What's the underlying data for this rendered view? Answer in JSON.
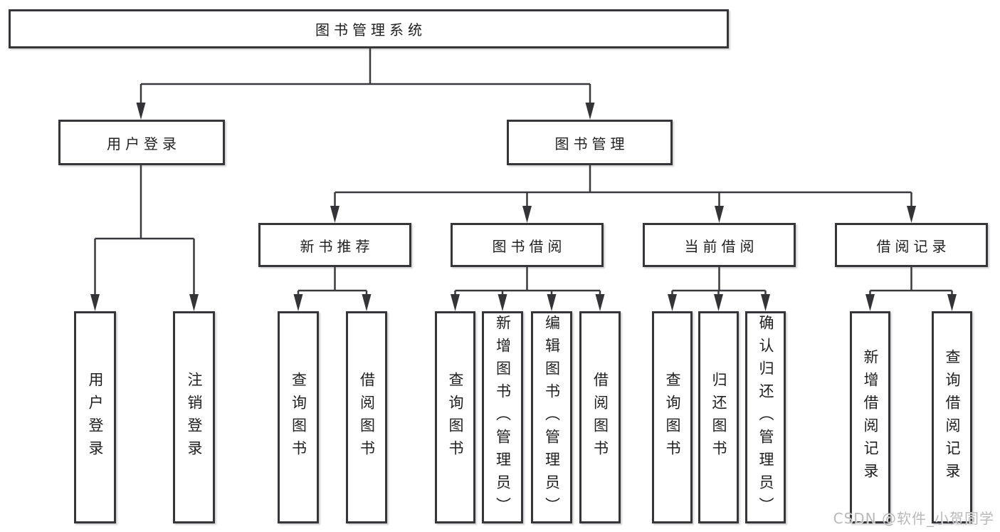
{
  "diagram": {
    "root": "图书管理系统",
    "level2": {
      "user_login": "用户登录",
      "book_mgmt": "图书管理"
    },
    "level3": {
      "new_book_rec": "新书推荐",
      "book_borrow": "图书借阅",
      "current_borrow": "当前借阅",
      "borrow_records": "借阅记录"
    },
    "leaves": {
      "user_login": "用户登录",
      "logout": "注销登录",
      "rec_query_book": "查询图书",
      "rec_borrow_book": "借阅图书",
      "bor_query_book": "查询图书",
      "bor_add_book": "新增图书（管理员）",
      "bor_edit_book": "编辑图书（管理员）",
      "bor_borrow_book": "借阅图书",
      "cur_query_book": "查询图书",
      "cur_return_book": "归还图书",
      "cur_confirm_return": "确认归还（管理员）",
      "log_add_record": "新增借阅记录",
      "log_query_record": "查询借阅记录"
    }
  },
  "watermark": "CSDN @软件_小贺同学",
  "colors": {
    "line": "#3a3a3e",
    "text": "#1f1f1f",
    "watermark": "#b9b9b9"
  }
}
